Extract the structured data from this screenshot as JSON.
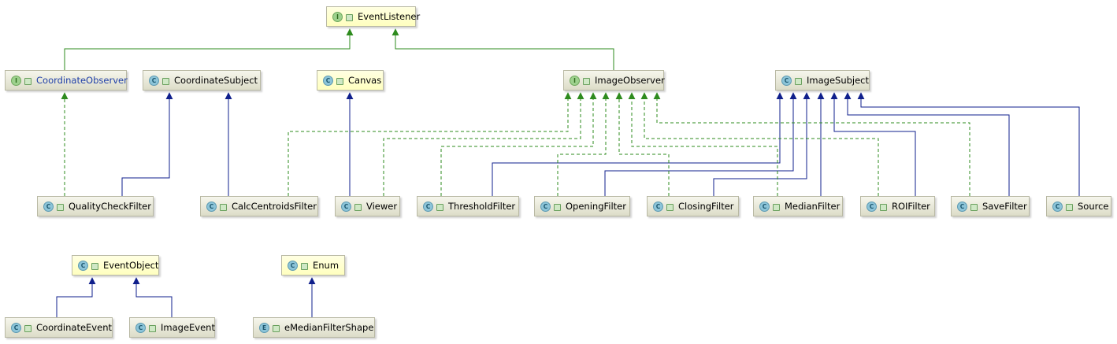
{
  "nodes": [
    {
      "id": "EventListener",
      "label": "EventListener",
      "kind": "I"
    },
    {
      "id": "CoordinateObserver",
      "label": "CoordinateObserver",
      "kind": "I",
      "label_color": "#1f3fa8"
    },
    {
      "id": "CoordinateSubject",
      "label": "CoordinateSubject",
      "kind": "C"
    },
    {
      "id": "Canvas",
      "label": "Canvas",
      "kind": "C"
    },
    {
      "id": "ImageObserver",
      "label": "ImageObserver",
      "kind": "I"
    },
    {
      "id": "ImageSubject",
      "label": "ImageSubject",
      "kind": "C"
    },
    {
      "id": "QualityCheckFilter",
      "label": "QualityCheckFilter",
      "kind": "C"
    },
    {
      "id": "CalcCentroidsFilter",
      "label": "CalcCentroidsFilter",
      "kind": "C"
    },
    {
      "id": "Viewer",
      "label": "Viewer",
      "kind": "C"
    },
    {
      "id": "ThresholdFilter",
      "label": "ThresholdFilter",
      "kind": "C"
    },
    {
      "id": "OpeningFilter",
      "label": "OpeningFilter",
      "kind": "C"
    },
    {
      "id": "ClosingFilter",
      "label": "ClosingFilter",
      "kind": "C"
    },
    {
      "id": "MedianFilter",
      "label": "MedianFilter",
      "kind": "C"
    },
    {
      "id": "ROIFilter",
      "label": "ROIFilter",
      "kind": "C"
    },
    {
      "id": "SaveFilter",
      "label": "SaveFilter",
      "kind": "C"
    },
    {
      "id": "Source",
      "label": "Source",
      "kind": "C"
    },
    {
      "id": "EventObject",
      "label": "EventObject",
      "kind": "C"
    },
    {
      "id": "Enum",
      "label": "Enum",
      "kind": "C"
    },
    {
      "id": "CoordinateEvent",
      "label": "CoordinateEvent",
      "kind": "C"
    },
    {
      "id": "ImageEvent",
      "label": "ImageEvent",
      "kind": "C"
    },
    {
      "id": "eMedianFilterShape",
      "label": "eMedianFilterShape",
      "kind": "E"
    }
  ],
  "edges": [
    {
      "from": "CoordinateObserver",
      "to": "EventListener",
      "type": "extends-interface"
    },
    {
      "from": "ImageObserver",
      "to": "EventListener",
      "type": "extends-interface"
    },
    {
      "from": "QualityCheckFilter",
      "to": "CoordinateObserver",
      "type": "implements"
    },
    {
      "from": "QualityCheckFilter",
      "to": "CoordinateSubject",
      "type": "extends"
    },
    {
      "from": "CalcCentroidsFilter",
      "to": "CoordinateSubject",
      "type": "extends"
    },
    {
      "from": "CalcCentroidsFilter",
      "to": "ImageObserver",
      "type": "implements"
    },
    {
      "from": "Viewer",
      "to": "Canvas",
      "type": "extends"
    },
    {
      "from": "Viewer",
      "to": "ImageObserver",
      "type": "implements"
    },
    {
      "from": "ThresholdFilter",
      "to": "ImageObserver",
      "type": "implements"
    },
    {
      "from": "ThresholdFilter",
      "to": "ImageSubject",
      "type": "extends"
    },
    {
      "from": "OpeningFilter",
      "to": "ImageObserver",
      "type": "implements"
    },
    {
      "from": "OpeningFilter",
      "to": "ImageSubject",
      "type": "extends"
    },
    {
      "from": "ClosingFilter",
      "to": "ImageObserver",
      "type": "implements"
    },
    {
      "from": "ClosingFilter",
      "to": "ImageSubject",
      "type": "extends"
    },
    {
      "from": "MedianFilter",
      "to": "ImageObserver",
      "type": "implements"
    },
    {
      "from": "MedianFilter",
      "to": "ImageSubject",
      "type": "extends"
    },
    {
      "from": "ROIFilter",
      "to": "ImageObserver",
      "type": "implements"
    },
    {
      "from": "ROIFilter",
      "to": "ImageSubject",
      "type": "extends"
    },
    {
      "from": "SaveFilter",
      "to": "ImageObserver",
      "type": "implements"
    },
    {
      "from": "SaveFilter",
      "to": "ImageSubject",
      "type": "extends"
    },
    {
      "from": "Source",
      "to": "ImageSubject",
      "type": "extends"
    },
    {
      "from": "CoordinateEvent",
      "to": "EventObject",
      "type": "extends"
    },
    {
      "from": "ImageEvent",
      "to": "EventObject",
      "type": "extends"
    },
    {
      "from": "eMedianFilterShape",
      "to": "Enum",
      "type": "extends"
    }
  ],
  "colors": {
    "extends": "#0f1f8c",
    "implements": "#2e8b1e",
    "node_border": "#b9b9a4"
  }
}
